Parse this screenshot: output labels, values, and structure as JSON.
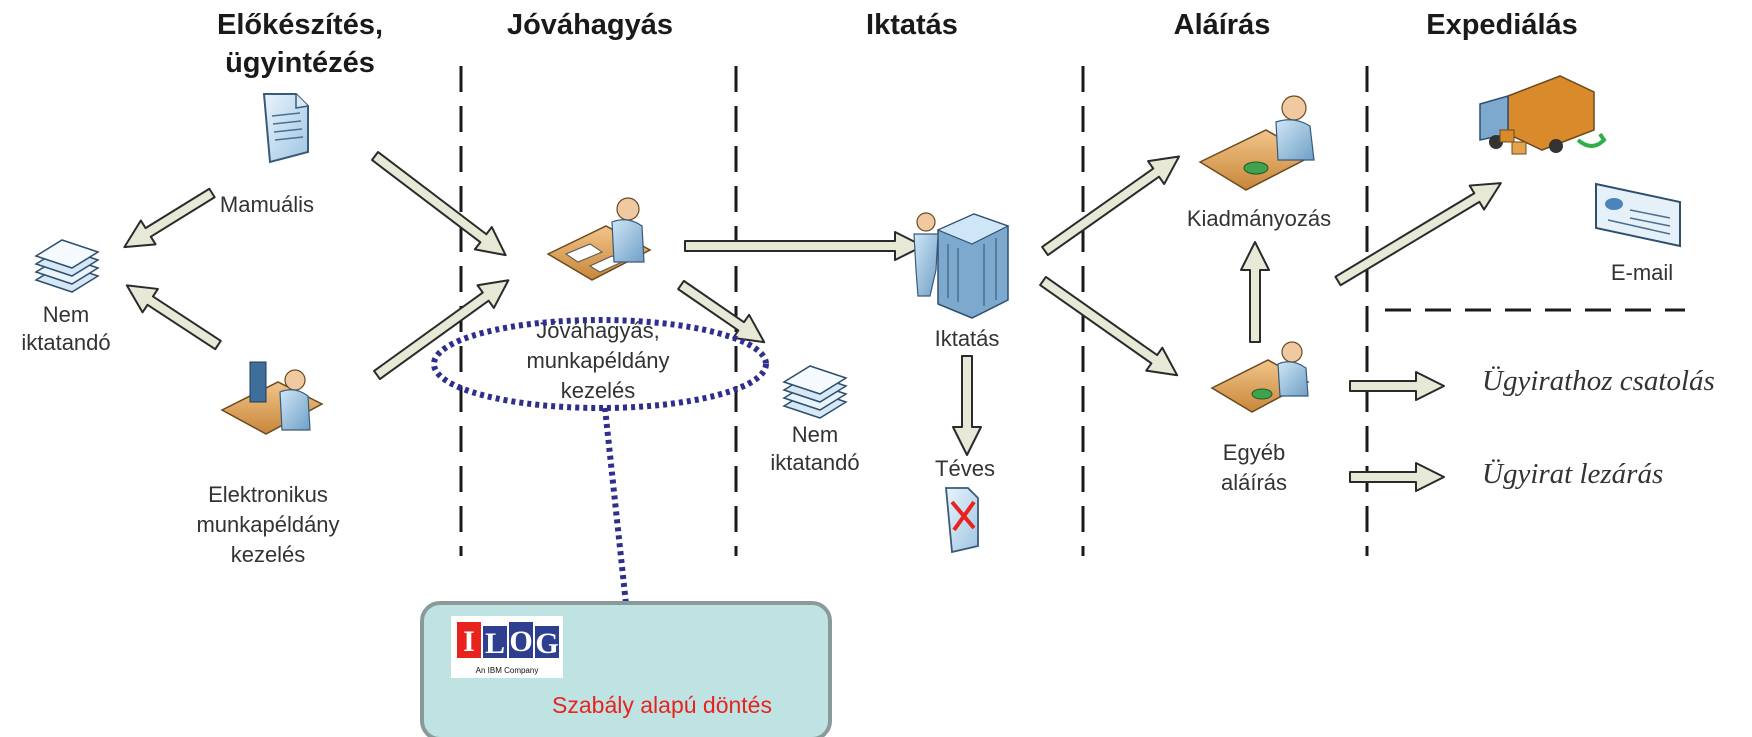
{
  "phases": {
    "prep_line1": "Előkészítés,",
    "prep_line2": "ügyintézés",
    "approval": "Jóváhagyás",
    "registration": "Iktatás",
    "signing": "Aláírás",
    "dispatch": "Expediálás"
  },
  "nodes": {
    "manual": "Mamuális",
    "not_reg_left_1": "Nem",
    "not_reg_left_2": "iktatandó",
    "electronic_1": "Elektronikus",
    "electronic_2": "munkapéldány",
    "electronic_3": "kezelés",
    "approval_1": "Jóváhagyás,",
    "approval_2": "munkapéldány",
    "approval_3": "kezelés",
    "not_reg_mid_1": "Nem",
    "not_reg_mid_2": "iktatandó",
    "registration": "Iktatás",
    "wrong": "Téves",
    "issuing": "Kiadmányozás",
    "other_sign_1": "Egyéb",
    "other_sign_2": "aláírás",
    "email": "E-mail",
    "attach": "Ügyirathoz csatolás",
    "close": "Ügyirat lezárás"
  },
  "callout": {
    "logo_letters": [
      "I",
      "L",
      "O",
      "G"
    ],
    "logo_subtitle": "An IBM Company",
    "text": "Szabály alapú döntés"
  },
  "colors": {
    "arrow_fill": "#e8e8d6",
    "arrow_stroke": "#2a2a2a",
    "ellipse": "#2e2e8f",
    "callout_bg": "#bfe3e3",
    "callout_border": "#8a9a9a",
    "accent_red": "#e8231e"
  }
}
